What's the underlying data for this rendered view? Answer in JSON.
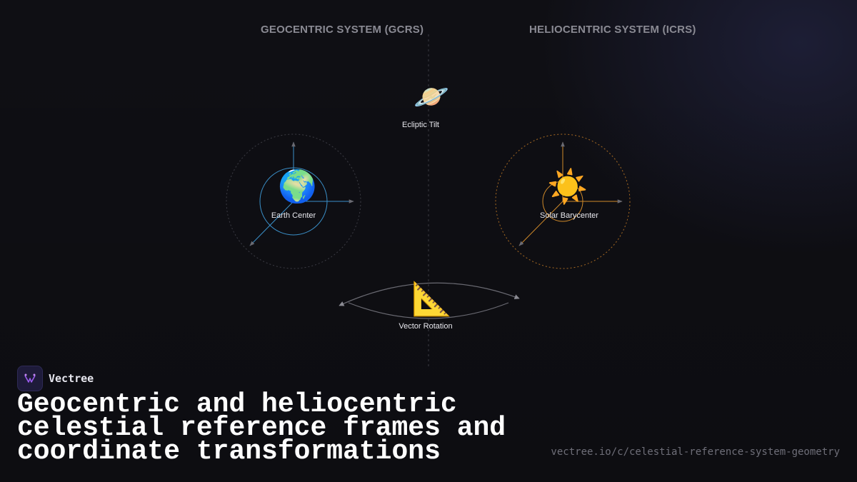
{
  "diagram": {
    "left_system_title": "GEOCENTRIC SYSTEM (GCRS)",
    "right_system_title": "HELIOCENTRIC SYSTEM (ICRS)",
    "nodes": {
      "ecliptic": {
        "label": "Ecliptic Tilt",
        "icon": "ringed-planet-icon",
        "glyph": "🪐"
      },
      "earth": {
        "label": "Earth Center",
        "icon": "earth-globe-icon",
        "glyph": "🌍"
      },
      "sun": {
        "label": "Solar Barycenter",
        "icon": "sun-icon",
        "glyph": "☀️"
      },
      "rotation": {
        "label": "Vector Rotation",
        "icon": "triangular-ruler-icon",
        "glyph": "📐"
      }
    },
    "colors": {
      "earth_accent": "#3a8fc8",
      "sun_accent": "#d08a2a",
      "axis": "#6a6a72"
    }
  },
  "brand": {
    "name": "Vectree"
  },
  "headline": "Geocentric and heliocentric celestial reference frames and coordinate transformations",
  "url": "vectree.io/c/celestial-reference-system-geometry"
}
